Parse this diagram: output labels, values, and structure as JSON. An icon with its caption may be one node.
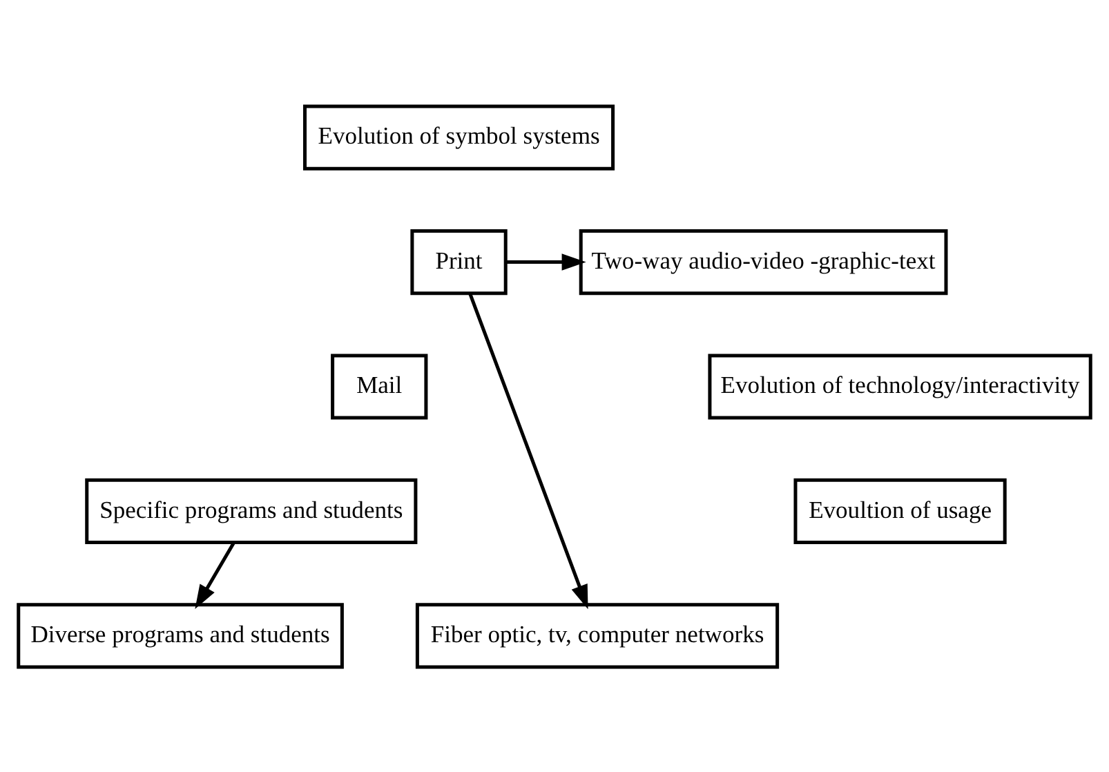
{
  "diagram": {
    "nodes": [
      {
        "text": [
          "Evolution of symbol systems"
        ]
      },
      {
        "text": [
          "Print"
        ]
      },
      {
        "text": [
          "Mail"
        ]
      },
      {
        "text": [
          "Specific programs and students"
        ]
      },
      {
        "text": [
          "Two-way audio-video -graphic-text"
        ]
      },
      {
        "text": [
          "Evolution of technology/interactivity"
        ]
      },
      {
        "text": [
          "Evoultion of usage"
        ]
      },
      {
        "text": [
          "Fiber optic, tv, computer networks"
        ]
      },
      {
        "text": [
          "Diverse programs and students"
        ]
      }
    ],
    "edges": [
      {
        "from": 1,
        "to": 4,
        "arrow": "to"
      },
      {
        "from": 1,
        "to": 7,
        "arrow": "to"
      },
      {
        "from": 3,
        "to": 8,
        "arrow": "to"
      }
    ]
  }
}
